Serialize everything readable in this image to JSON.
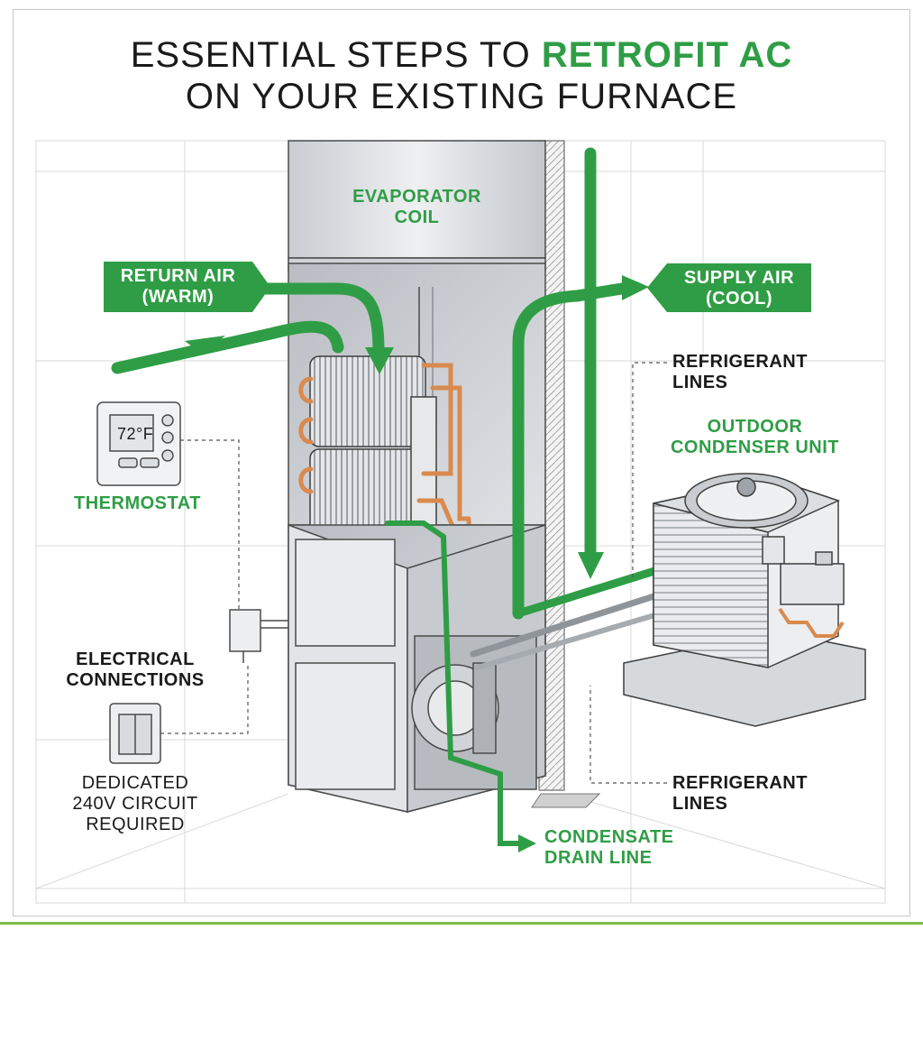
{
  "title": {
    "line1_prefix": "ESSENTIAL STEPS TO ",
    "line1_accent": "RETROFIT AC",
    "line2": "ON YOUR EXISTING FURNACE"
  },
  "labels": {
    "evaporator_coil": [
      "EVAPORATOR",
      "COIL"
    ],
    "return_air": [
      "RETURN AIR",
      "(WARM)"
    ],
    "supply_air": [
      "SUPPLY AIR",
      "(COOL)"
    ],
    "refrigerant_lines_top": [
      "REFRIGERANT",
      "LINES"
    ],
    "outdoor_condenser": [
      "OUTDOOR",
      "CONDENSER UNIT"
    ],
    "thermostat": "THERMOSTAT",
    "thermostat_display": "72°F",
    "electrical": [
      "ELECTRICAL",
      "CONNECTIONS"
    ],
    "dedicated_circuit": [
      "DEDICATED",
      "240V CIRCUIT",
      "REQUIRED"
    ],
    "refrigerant_lines_bottom": [
      "REFRIGERANT",
      "LINES"
    ],
    "condensate": [
      "CONDENSATE",
      "DRAIN LINE"
    ]
  },
  "colors": {
    "accent_green": "#2f9d45",
    "copper": "#d98a4e",
    "metal": "#d9dce0",
    "outline": "#4a4a4a"
  }
}
